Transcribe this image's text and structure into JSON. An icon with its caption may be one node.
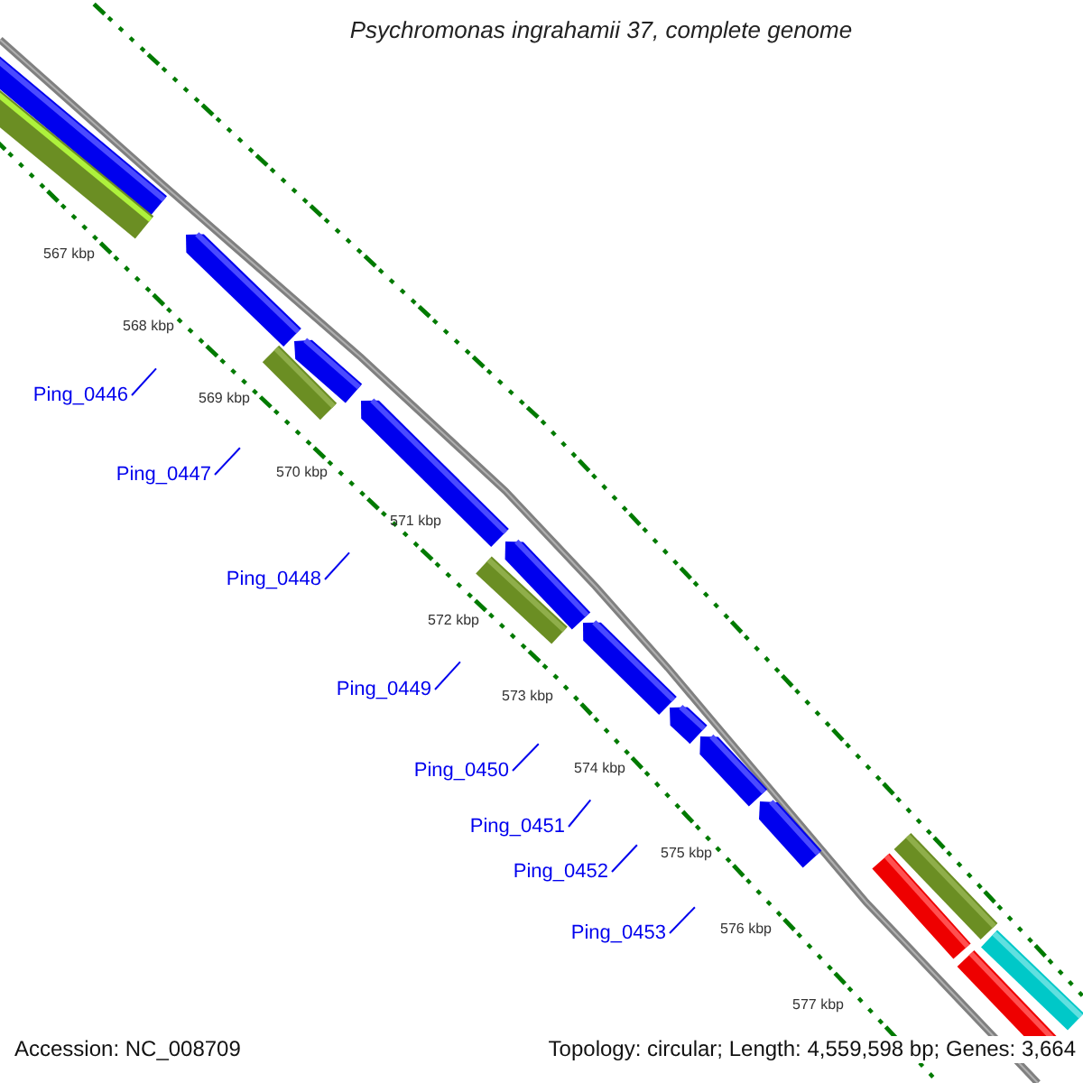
{
  "diagram": {
    "title": "Psychromonas ingrahamii 37, complete genome",
    "nodes": [
      {
        "text": [
          "Ping_0446"
        ]
      },
      {
        "text": [
          "Ping_0447"
        ]
      },
      {
        "text": [
          "Ping_0448"
        ]
      },
      {
        "text": [
          "Ping_0449"
        ]
      },
      {
        "text": [
          "Ping_0450"
        ]
      },
      {
        "text": [
          "Ping_0451"
        ]
      },
      {
        "text": [
          "Ping_0452"
        ]
      },
      {
        "text": [
          "Ping_0453"
        ]
      }
    ],
    "edges": [
      {
        "from": 0,
        "to": null,
        "arrow": "none"
      },
      {
        "from": 1,
        "to": null,
        "arrow": "none"
      },
      {
        "from": 2,
        "to": null,
        "arrow": "none"
      },
      {
        "from": 3,
        "to": null,
        "arrow": "none"
      },
      {
        "from": 4,
        "to": null,
        "arrow": "none"
      },
      {
        "from": 5,
        "to": null,
        "arrow": "none"
      },
      {
        "from": 6,
        "to": null,
        "arrow": "none"
      },
      {
        "from": 7,
        "to": null,
        "arrow": "none"
      }
    ],
    "labels": [
      "567 kbp",
      "568 kbp",
      "569 kbp",
      "570 kbp",
      "571 kbp",
      "572 kbp",
      "573 kbp",
      "574 kbp",
      "575 kbp",
      "576 kbp",
      "577 kbp",
      "Accession: NC_008709",
      "Topology: circular; Length: 4,559,598 bp; Genes: 3,664"
    ]
  }
}
